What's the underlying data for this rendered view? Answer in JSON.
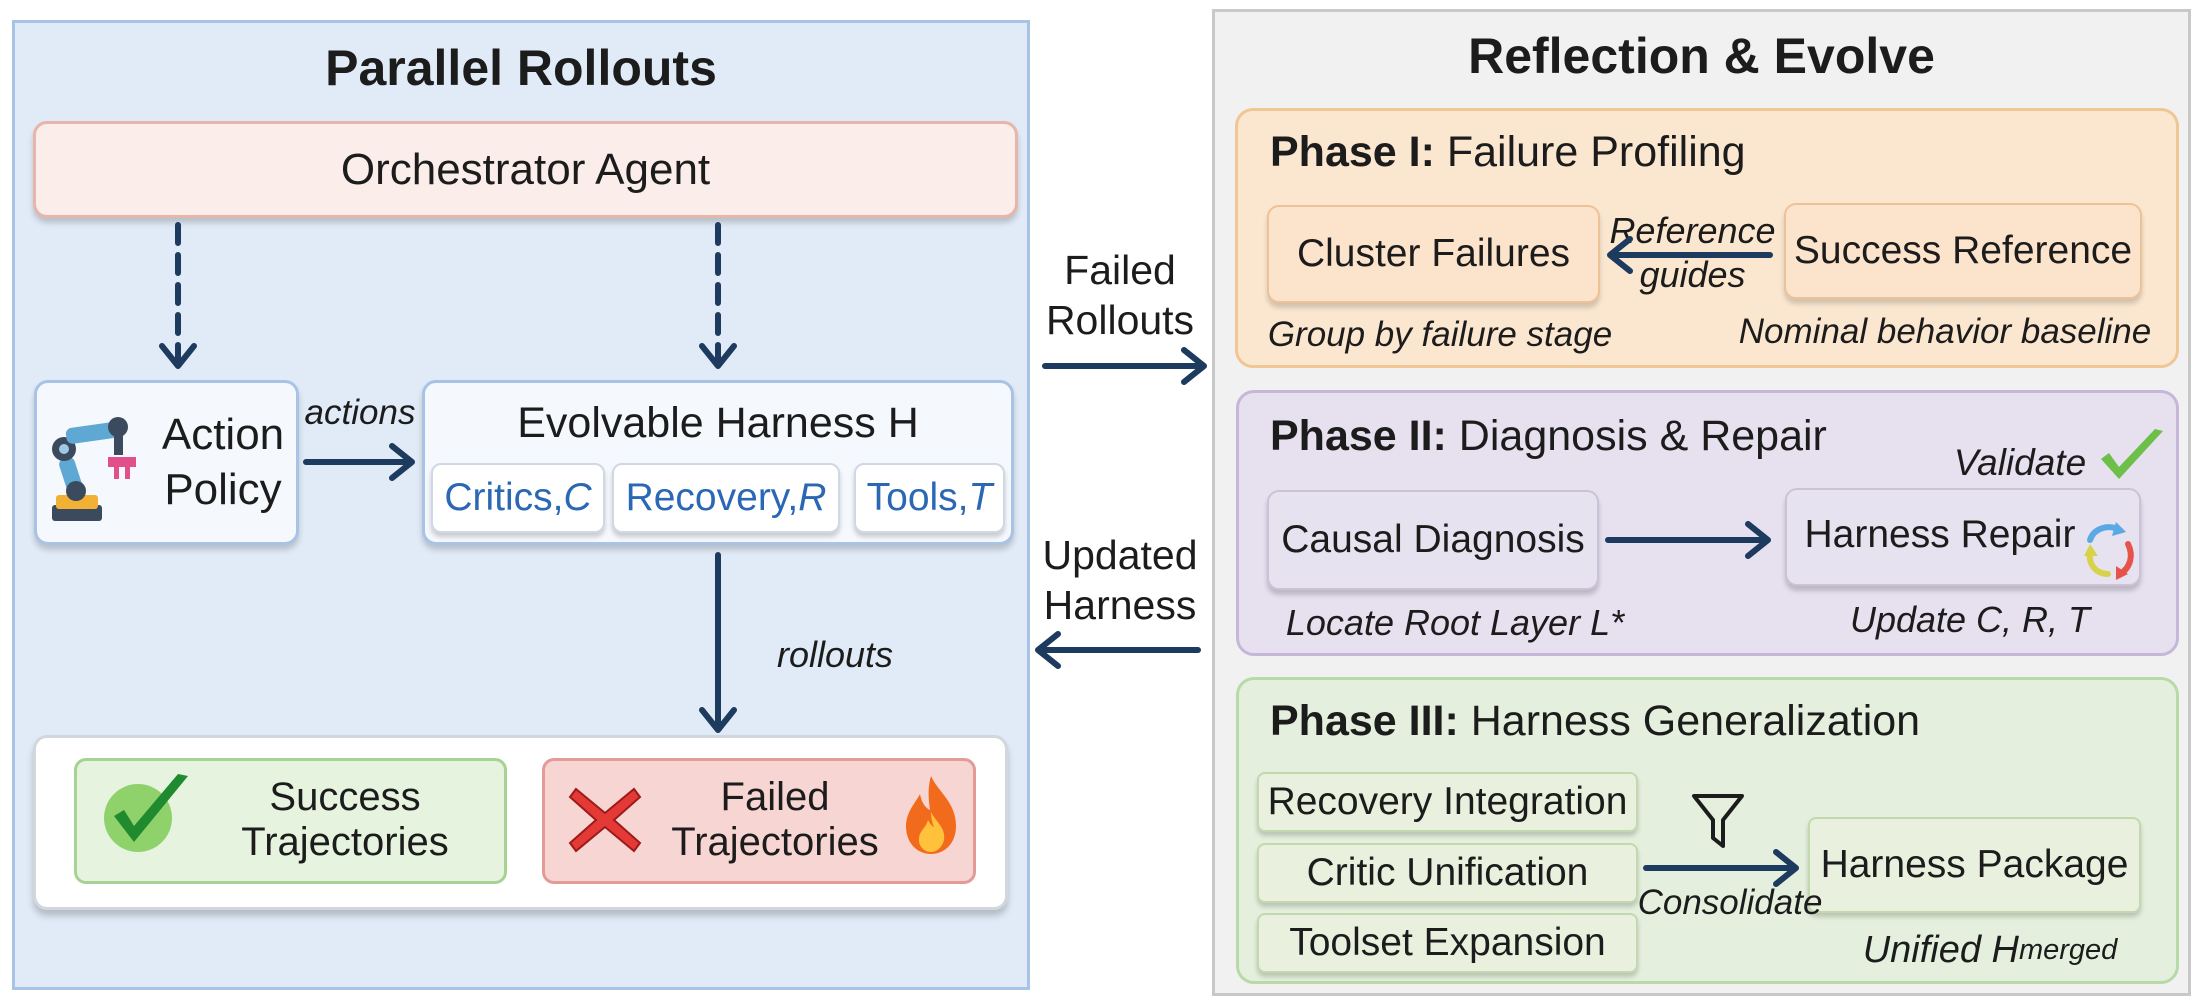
{
  "left": {
    "title": "Parallel Rollouts",
    "orchestrator": "Orchestrator Agent",
    "action_policy": "Action Policy",
    "actions_label": "actions",
    "harness_title": "Evolvable Harness H",
    "chips": {
      "critics": "Critics, ",
      "critics_var": "C",
      "recovery": "Recovery, ",
      "recovery_var": "R",
      "tools": "Tools, ",
      "tools_var": "T"
    },
    "rollouts_label": "rollouts",
    "success": "Success Trajectories",
    "failed": "Failed Trajectories"
  },
  "middle": {
    "failed_rollouts": "Failed Rollouts",
    "updated_harness": "Updated Harness"
  },
  "right": {
    "title": "Reflection & Evolve",
    "phase1": {
      "title_bold": "Phase I:",
      "title_rest": " Failure Profiling",
      "cluster": "Cluster Failures",
      "success_ref": "Success Reference",
      "edge_label": "Reference guides",
      "cluster_caption": "Group by failure stage",
      "success_caption": "Nominal behavior baseline"
    },
    "phase2": {
      "title_bold": "Phase II:",
      "title_rest": " Diagnosis & Repair",
      "causal": "Causal Diagnosis",
      "repair": "Harness Repair",
      "validate": "Validate",
      "causal_caption": "Locate Root Layer L*",
      "repair_caption": "Update C, R, T"
    },
    "phase3": {
      "title_bold": "Phase III:",
      "title_rest": " Harness Generalization",
      "items": [
        "Recovery Integration",
        "Critic Unification",
        "Toolset Expansion"
      ],
      "package": "Harness Package",
      "edge_label": "Consolidate",
      "caption_main": "Unified H",
      "caption_sub": "merged"
    }
  },
  "colors": {
    "arrow": "#1d3a5f",
    "left_panel": "#e1ebf7",
    "right_panel": "#f1f1f1",
    "phase1": "#fbe7d0",
    "phase2": "#e6e0ef",
    "phase3": "#e4f0dd",
    "chip_text": "#2a67b4"
  },
  "icons": [
    "robot-arm-icon",
    "check-icon",
    "cross-icon",
    "fire-icon",
    "validate-check-icon",
    "cycle-arrows-icon",
    "funnel-icon"
  ]
}
